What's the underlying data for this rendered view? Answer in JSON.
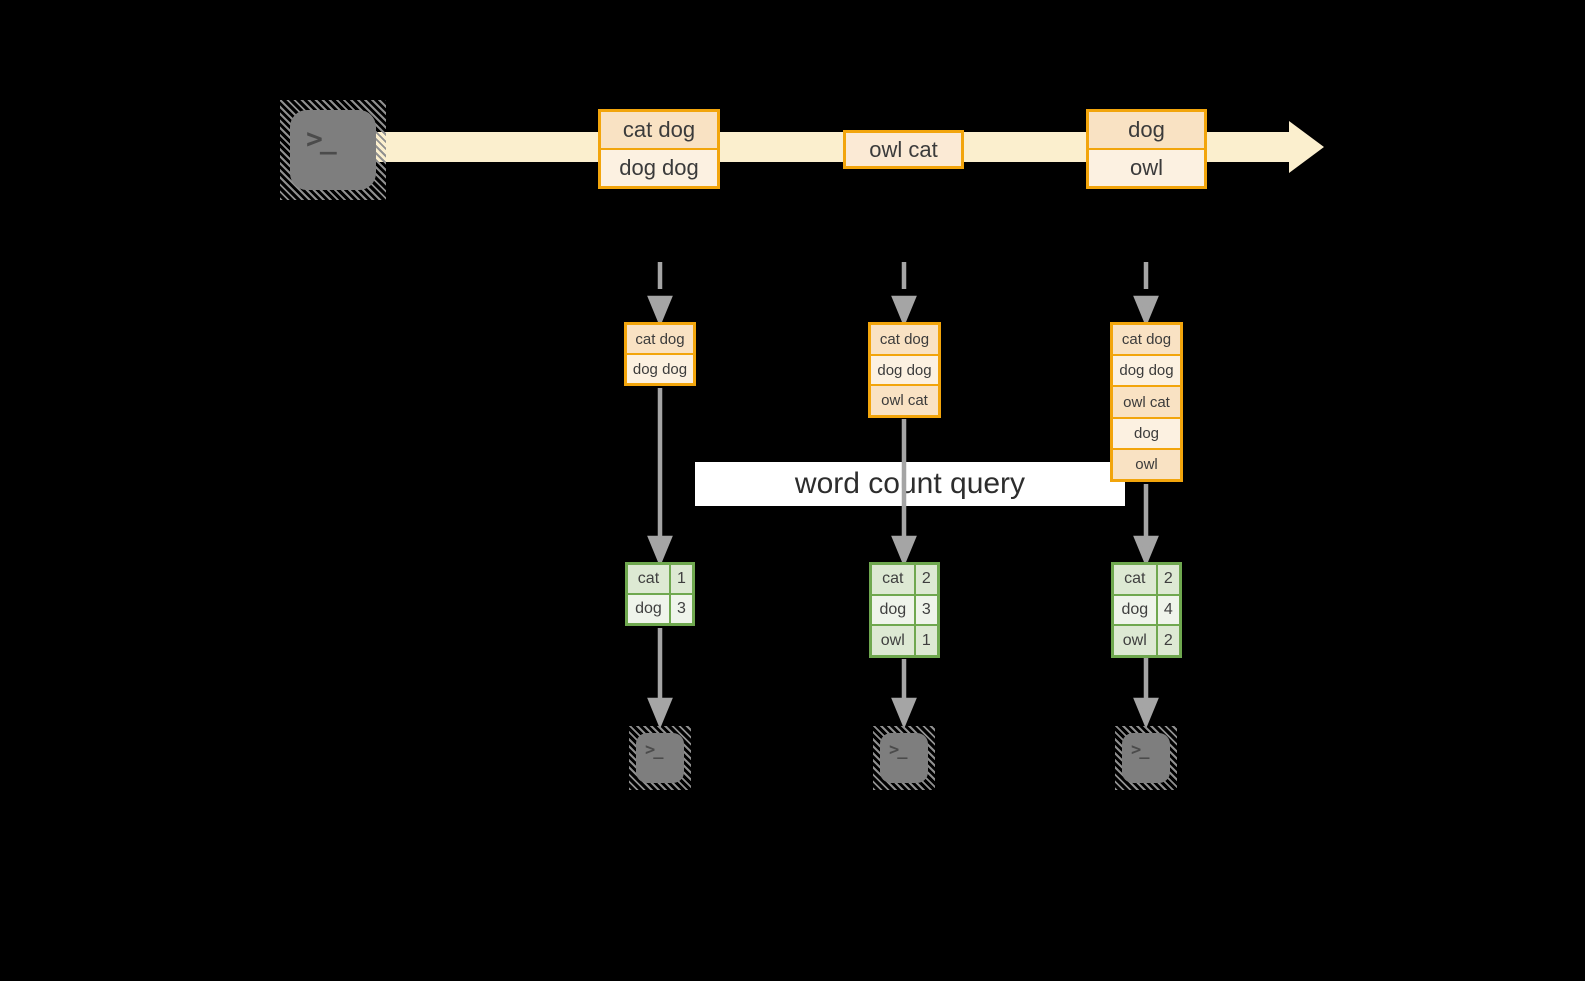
{
  "label": {
    "text": "word count query"
  },
  "icons": {
    "terminal_glyph": ">_"
  },
  "colors": {
    "background": "#000000",
    "stream_band": "#FBEFCE",
    "box_border_gold": "#F2A50C",
    "fill_peach": "#F9E2C3",
    "fill_cream": "#FCF1E1",
    "fill_blush": "#FBEAD5",
    "table_border_green": "#6FA84F",
    "fill_sage": "#DDE9D3",
    "fill_pale": "#EFF4EB",
    "arrow_gray": "#A5A5A5",
    "terminal_gray": "#7E7E7E",
    "label_bg": "#FFFFFF",
    "text": "#3B3B3B"
  },
  "stream": {
    "events": [
      {
        "lines": [
          {
            "text": "cat dog",
            "tone": "peach"
          },
          {
            "text": "dog dog",
            "tone": "cream"
          }
        ]
      },
      {
        "lines": [
          {
            "text": "owl cat",
            "tone": "blush"
          }
        ]
      },
      {
        "lines": [
          {
            "text": "dog",
            "tone": "peach"
          },
          {
            "text": "owl",
            "tone": "cream"
          }
        ]
      }
    ]
  },
  "columns": [
    {
      "buffer": {
        "rows": [
          {
            "text": "cat dog",
            "tone": "peach"
          },
          {
            "text": "dog dog",
            "tone": "cream"
          }
        ]
      },
      "counts": {
        "rows": [
          {
            "word": "cat",
            "count": "1",
            "tone": "sage"
          },
          {
            "word": "dog",
            "count": "3",
            "tone": "pale"
          }
        ]
      }
    },
    {
      "buffer": {
        "rows": [
          {
            "text": "cat dog",
            "tone": "peach"
          },
          {
            "text": "dog dog",
            "tone": "cream"
          },
          {
            "text": "owl cat",
            "tone": "peach"
          }
        ]
      },
      "counts": {
        "rows": [
          {
            "word": "cat",
            "count": "2",
            "tone": "sage"
          },
          {
            "word": "dog",
            "count": "3",
            "tone": "pale"
          },
          {
            "word": "owl",
            "count": "1",
            "tone": "sage"
          }
        ]
      }
    },
    {
      "buffer": {
        "rows": [
          {
            "text": "cat dog",
            "tone": "peach"
          },
          {
            "text": "dog dog",
            "tone": "cream"
          },
          {
            "text": "owl cat",
            "tone": "peach"
          },
          {
            "text": "dog",
            "tone": "cream"
          },
          {
            "text": "owl",
            "tone": "peach"
          }
        ]
      },
      "counts": {
        "rows": [
          {
            "word": "cat",
            "count": "2",
            "tone": "sage"
          },
          {
            "word": "dog",
            "count": "4",
            "tone": "pale"
          },
          {
            "word": "owl",
            "count": "2",
            "tone": "sage"
          }
        ]
      }
    }
  ]
}
